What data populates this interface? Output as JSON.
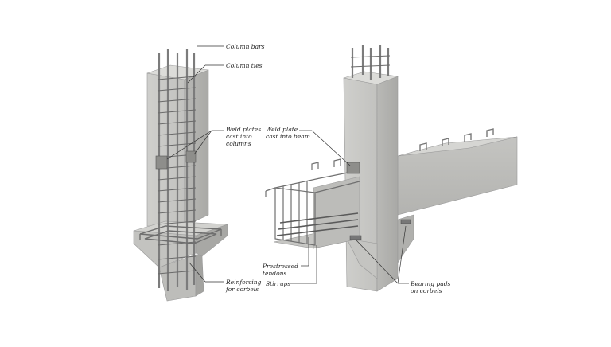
{
  "labels": {
    "column_bars": "Column bars",
    "column_ties": "Column ties",
    "weld_plates_columns": "Weld plates\ncast into\ncolumns",
    "reinforcing_corbels": "Reinforcing\nfor corbels",
    "weld_plate_beam": "Weld plate\ncast into beam",
    "prestressed_tendons": "Prestressed\ntendons",
    "stirrups": "Stirrups",
    "bearing_pads": "Bearing pads\non corbels"
  }
}
